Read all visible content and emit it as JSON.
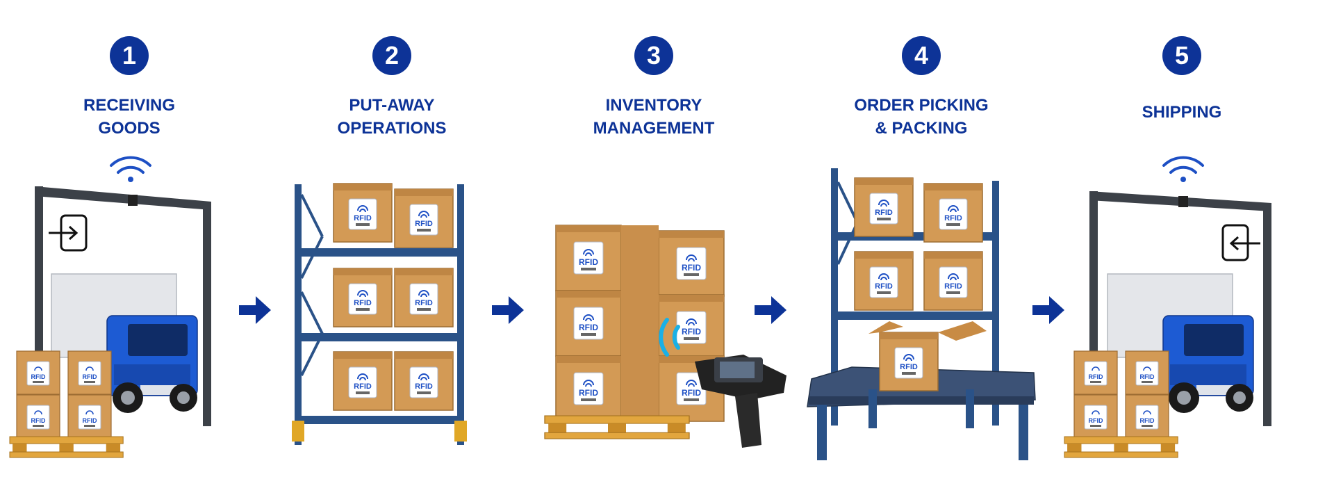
{
  "colors": {
    "accent": "#0d3397",
    "rack": "#2a5288",
    "box": "#d39a55",
    "pallet": "#e2a63e",
    "truck": "#1d5bd3"
  },
  "steps": [
    {
      "number": "1",
      "title_line1": "RECEIVING",
      "title_line2": "GOODS",
      "icons": [
        "rfid-wireless-icon",
        "enter-icon"
      ]
    },
    {
      "number": "2",
      "title_line1": "PUT-AWAY",
      "title_line2": "OPERATIONS"
    },
    {
      "number": "3",
      "title_line1": "INVENTORY",
      "title_line2": "MANAGEMENT",
      "icons": [
        "rfid-scanner-icon"
      ]
    },
    {
      "number": "4",
      "title_line1": "ORDER PICKING",
      "title_line2": "& PACKING"
    },
    {
      "number": "5",
      "title_line1": "SHIPPING",
      "title_line2": "",
      "icons": [
        "rfid-wireless-icon",
        "exit-icon"
      ]
    }
  ],
  "box_label": "RFID",
  "flow_arrow_icon": "right-arrow-icon"
}
